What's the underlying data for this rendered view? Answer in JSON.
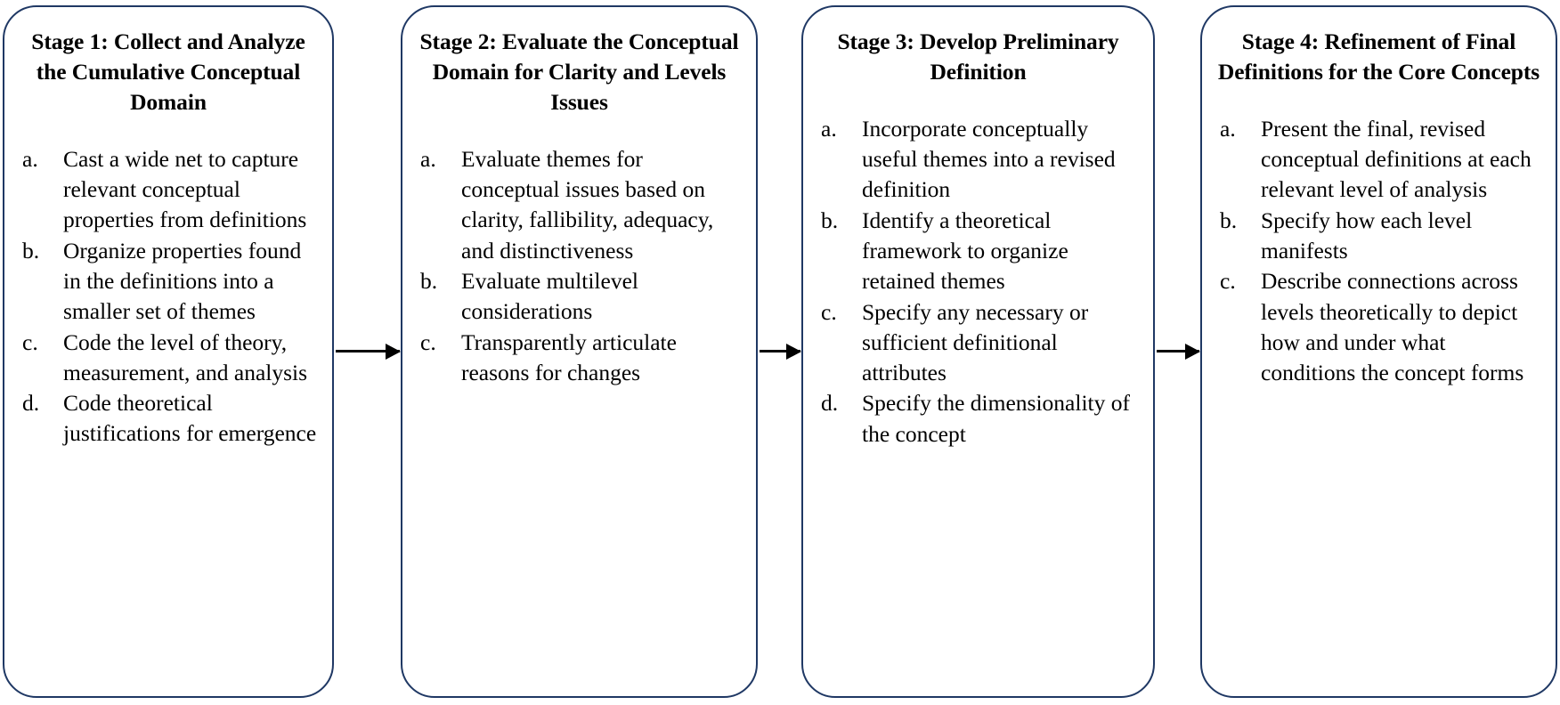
{
  "diagram": {
    "type": "process-flow",
    "orientation": "left-to-right",
    "box_border_color": "#1F3864",
    "arrow_color": "#000000",
    "background_color": "#FFFFFF",
    "stages": [
      {
        "id": "stage-1",
        "title": "Stage 1: Collect and Analyze the Cumulative Conceptual Domain",
        "items": [
          {
            "marker": "a.",
            "text": "Cast a wide net to capture relevant conceptual properties from definitions"
          },
          {
            "marker": "b.",
            "text": "Organize properties found in the definitions into a smaller set of themes"
          },
          {
            "marker": "c.",
            "text": "Code the level of theory, measurement, and analysis"
          },
          {
            "marker": "d.",
            "text": "Code theoretical justifications for emergence"
          }
        ]
      },
      {
        "id": "stage-2",
        "title": "Stage 2: Evaluate the Conceptual Domain for Clarity and Levels Issues",
        "items": [
          {
            "marker": "a.",
            "text": "Evaluate themes for conceptual issues based on clarity, fallibility, adequacy, and distinctiveness"
          },
          {
            "marker": "b.",
            "text": "Evaluate multilevel considerations"
          },
          {
            "marker": "c.",
            "text": "Transparently articulate reasons for changes"
          }
        ]
      },
      {
        "id": "stage-3",
        "title": "Stage 3: Develop Preliminary Definition",
        "items": [
          {
            "marker": "a.",
            "text": "Incorporate conceptually useful themes into a revised definition"
          },
          {
            "marker": "b.",
            "text": "Identify a theoretical framework to organize retained themes"
          },
          {
            "marker": "c.",
            "text": "Specify any necessary or sufficient definitional attributes"
          },
          {
            "marker": "d.",
            "text": "Specify the dimensionality of the concept"
          }
        ]
      },
      {
        "id": "stage-4",
        "title": "Stage 4: Refinement of Final Definitions for the Core Concepts",
        "items": [
          {
            "marker": "a.",
            "text": "Present the final, revised conceptual definitions at each relevant level of analysis"
          },
          {
            "marker": "b.",
            "text": "Specify how each level manifests"
          },
          {
            "marker": "c.",
            "text": "Describe connections across levels theoretically to depict how and under what conditions the concept forms"
          }
        ]
      }
    ],
    "connectors": [
      {
        "id": "arrow-1",
        "from": "stage-1",
        "to": "stage-2",
        "glyph": "right-arrow"
      },
      {
        "id": "arrow-2",
        "from": "stage-2",
        "to": "stage-3",
        "glyph": "right-arrow"
      },
      {
        "id": "arrow-3",
        "from": "stage-3",
        "to": "stage-4",
        "glyph": "right-arrow"
      }
    ]
  }
}
